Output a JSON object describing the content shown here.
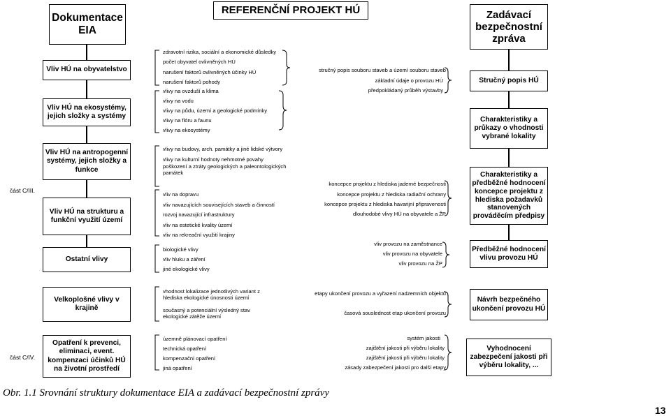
{
  "headers": {
    "col1": "Dokumentace EIA",
    "col2": "REFERENČNÍ PROJEKT HÚ",
    "col4": "Zadávací bezpečnostní zpráva"
  },
  "left_boxes": [
    "Vliv HÚ na obyvatelstvo",
    "Vliv HÚ na ekosystémy, jejich složky a systémy",
    "Vliv HÚ na antropogenní systémy, jejich složky a funkce",
    "Vliv HÚ na strukturu a funkční využití území",
    "Ostatní vlivy",
    "Velkoplošné vlivy v krajině",
    "Opatření k prevenci, eliminaci, event. kompenzaci účinků HÚ na životní prostředí"
  ],
  "section_labels": {
    "part3": "část C/III.",
    "part4": "část C/IV."
  },
  "col2": {
    "g1": [
      "zdravotní rizika, sociální a ekonomické důsledky",
      "počet obyvatel ovlivněných HÚ",
      "narušení faktorů ovlivněných účinky HÚ",
      "narušení faktorů pohody"
    ],
    "g2": [
      "vlivy na ovzduší a klima",
      "vlivy na vodu",
      "vlivy na půdu, území a geologické podmínky",
      "vlivy na flóru a faunu",
      "vlivy na ekosystémy"
    ],
    "g3": [
      "vlivy na budovy, arch. památky a jiné lidské výtvory",
      "vlivy na kulturní hodnoty nehmotné povahy",
      "poškození a ztráty geologických a paleontologických památek"
    ],
    "g4": [
      "vliv na dopravu",
      "vliv navazujících souvisejících staveb a činností",
      "rozvoj navazující infrastruktury",
      "vliv na estetické kvality území",
      "vliv na rekreační využití krajiny"
    ],
    "g5": [
      "biologické vlivy",
      "vliv hluku a záření",
      "jiné ekologické vlivy"
    ],
    "g6": [
      "vhodnost lokalizace jednotlivých variant z hlediska ekologické únosnosti území",
      "současný a potenciální výsledný stav ekologické zátěže území"
    ],
    "g7": [
      "územně plánovací opatření",
      "technická opatření",
      "kompenzační opatření",
      "jiná opatření"
    ]
  },
  "col3": {
    "g1": [
      "stručný popis souboru staveb a území souboru staveb",
      "základní údaje o provozu HÚ",
      "předpokládaný průběh výstavby"
    ],
    "g2": [
      "koncepce projektu z hlediska jaderné bezpečnosti",
      "koncepce projektu z hlediska radiační ochrany",
      "koncepce projektu z hlediska havarijní připravenosti",
      "dlouhodobé vlivy HÚ  na obyvatele a ŽP"
    ],
    "g3": [
      "vliv provozu  na zaměstnance",
      "vliv provozu  na obyvatele",
      "vliv provozu  na ŽP"
    ],
    "g4": [
      "etapy ukončení provozu a vyřazení nadzemních objektů",
      "časová souslednost etap ukončení provozu"
    ],
    "g5": [
      "systém jakosti",
      "zajištění jakosti při výběru lokality",
      "zajištění jakosti při výběru lokality",
      "zásady zabezpečení jakosti pro další etapy"
    ]
  },
  "right_boxes": [
    "Stručný popis HÚ",
    "Charakteristiky a průkazy o vhodnosti vybrané lokality",
    "Charakteristiky a předběžné hodnocení koncepce projektu z hlediska požadavků stanovených prováděcím předpisy",
    "Předběžné hodnocení vlivu provozu HÚ",
    "Návrh bezpečného ukončení provozu HÚ",
    "Vyhodnocení zabezpečení jakosti při výběru lokality, ..."
  ],
  "caption": "Obr. 1.1 Srovnání struktury dokumentace EIA a zadávací bezpečnostní zprávy",
  "page_number": "13"
}
